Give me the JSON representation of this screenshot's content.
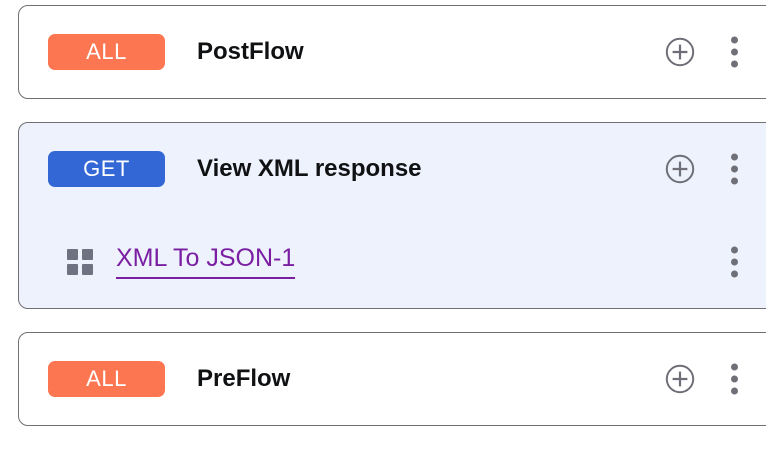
{
  "flows": [
    {
      "id": "postflow",
      "badge": {
        "label": "ALL",
        "color": "#fc7651",
        "type": "all"
      },
      "title": "PostFlow",
      "selected": false,
      "add_icon": "plus-circle-icon",
      "menu_icon": "kebab-menu-icon",
      "steps": []
    },
    {
      "id": "view-xml-response",
      "badge": {
        "label": "GET",
        "color": "#3367d6",
        "type": "get"
      },
      "title": "View XML response",
      "selected": true,
      "add_icon": "plus-circle-icon",
      "menu_icon": "kebab-menu-icon",
      "steps": [
        {
          "id": "xml-to-json-1",
          "drag_icon": "grid-drag-icon",
          "label": "XML To JSON-1",
          "link_color": "#7b1fa2",
          "menu_icon": "kebab-menu-icon"
        }
      ]
    },
    {
      "id": "preflow",
      "badge": {
        "label": "ALL",
        "color": "#fc7651",
        "type": "all"
      },
      "title": "PreFlow",
      "selected": false,
      "add_icon": "plus-circle-icon",
      "menu_icon": "kebab-menu-icon",
      "steps": []
    }
  ],
  "theme": {
    "page_background": "#ffffff",
    "card_border": "#6f6f74",
    "selected_card_background": "#eef2fc",
    "icon_gray": "#6f6f78",
    "title_color": "#101113"
  }
}
